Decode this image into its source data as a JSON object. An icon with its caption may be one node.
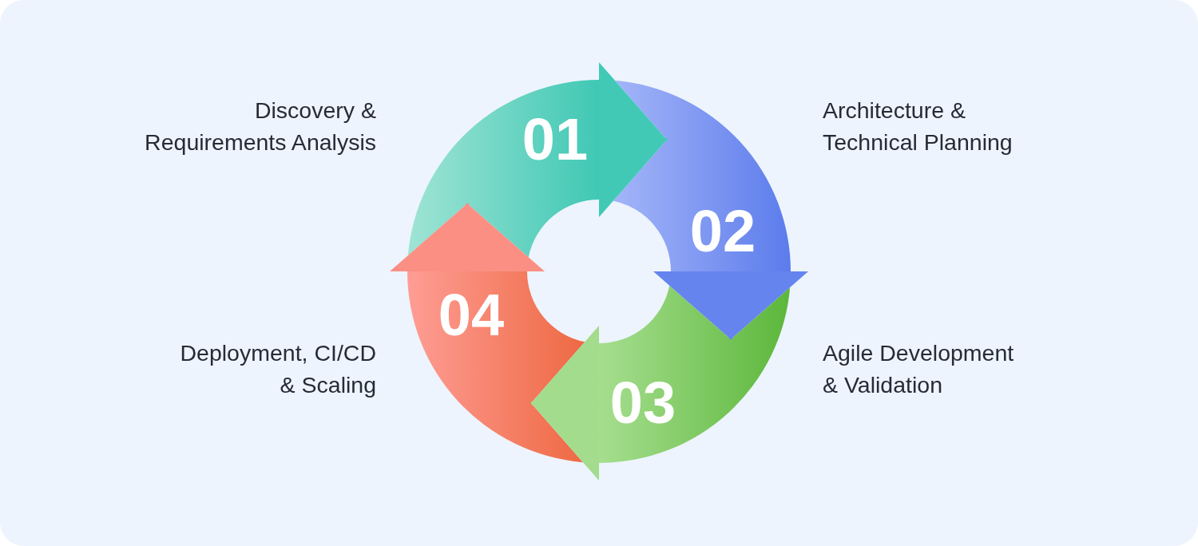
{
  "diagram": {
    "nodes": [
      {
        "text": [
          "01"
        ],
        "beside": [
          "Discovery & Requirements Analysis"
        ]
      },
      {
        "text": [
          "02"
        ],
        "beside": [
          "Architecture & Technical Planning"
        ]
      },
      {
        "text": [
          "03"
        ],
        "beside": [
          "Agile Development & Validation"
        ]
      },
      {
        "text": [
          "04"
        ],
        "beside": [
          "Deployment, CI/CD & Scaling"
        ]
      }
    ],
    "edges": [
      {
        "from": 0,
        "to": 1,
        "arrow": "to",
        "color": "#41c9b6"
      },
      {
        "from": 1,
        "to": 2,
        "arrow": "to",
        "color": "#6584ee"
      },
      {
        "from": 2,
        "to": 3,
        "arrow": "to",
        "color": "#a3dc8c"
      },
      {
        "from": 3,
        "to": 0,
        "arrow": "to",
        "color": "#fb8f84"
      }
    ]
  }
}
